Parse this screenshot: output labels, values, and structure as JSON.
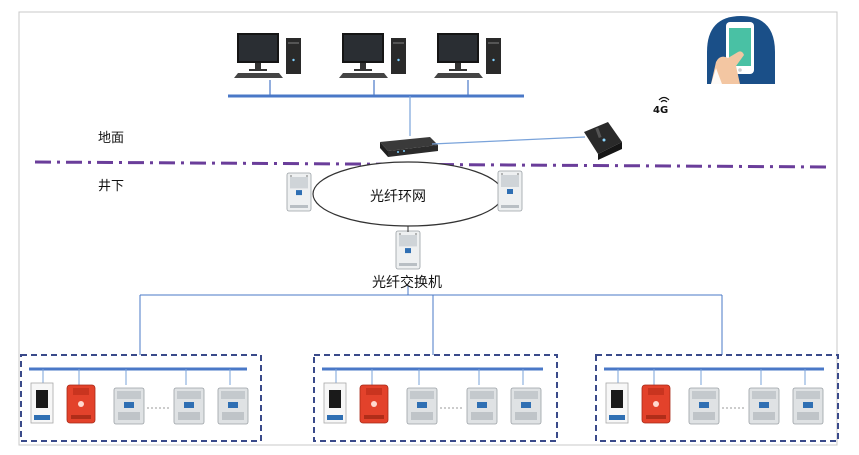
{
  "labels": {
    "ground": "地面",
    "underground": "井下",
    "fiber_ring": "光纤环网",
    "fiber_switch": "光纤交换机",
    "signal_4g": "4G"
  },
  "colors": {
    "bus_line": "#4a78c7",
    "link_line": "#7aa3da",
    "divider": "#6a3d9a",
    "group_border": "#3a4a8a",
    "red_device": "#e3422b",
    "grey_device": "#dfe2e4",
    "phone_bg": "#1a4f88",
    "phone_screen": "#49c1a4"
  },
  "icons": {
    "workstation": "desktop-computer-icon",
    "server": "network-server-icon",
    "gateway": "4g-gateway-icon",
    "mobile": "mobile-phone-hand-icon",
    "ring_node": "explosion-proof-switch-icon",
    "field_device": "explosion-proof-cabinet-icon"
  },
  "workstation_count": 3,
  "device_groups": [
    {
      "devices": [
        "white",
        "red",
        "grey",
        "grey",
        "grey"
      ]
    },
    {
      "devices": [
        "white",
        "red",
        "grey",
        "grey",
        "grey"
      ]
    },
    {
      "devices": [
        "white",
        "red",
        "grey",
        "grey",
        "grey"
      ]
    }
  ]
}
